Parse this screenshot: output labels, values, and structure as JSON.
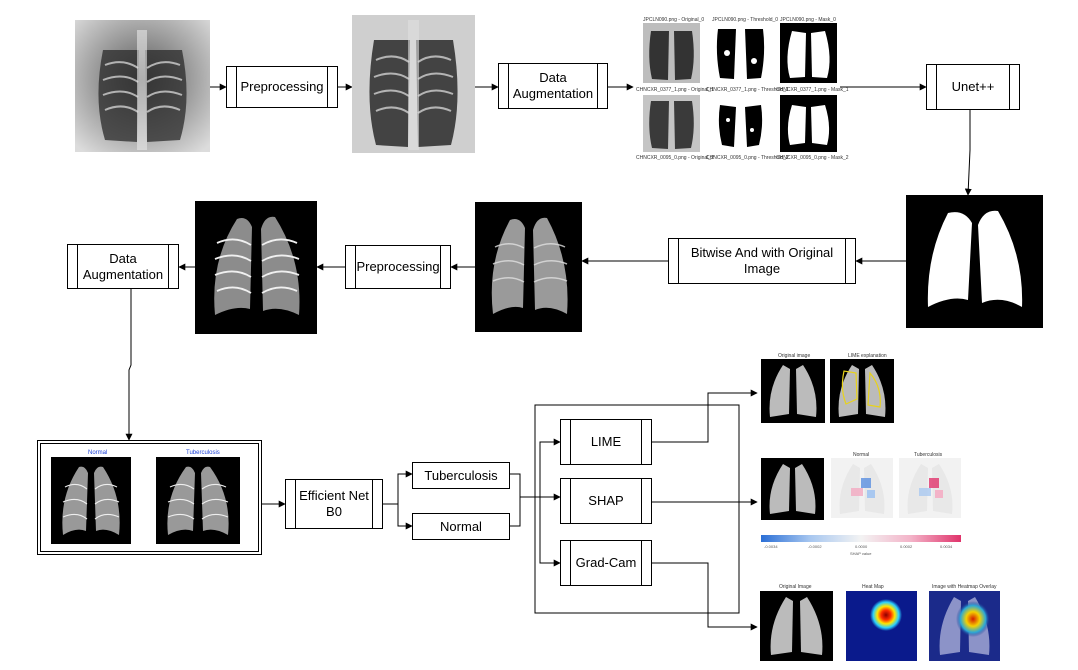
{
  "steps": {
    "preprocessing_1": "Preprocessing",
    "augmentation_1": "Data Augmentation",
    "unet": "Unet++",
    "bitwise": "Bitwise And with Original Image",
    "preprocessing_2": "Preprocessing",
    "augmentation_2": "Data Augmentation",
    "efficientnet": "Efficient Net B0",
    "class_tb": "Tuberculosis",
    "class_normal": "Normal",
    "lime": "LIME",
    "shap": "SHAP",
    "gradcam": "Grad-Cam"
  },
  "augmentation_captions": {
    "row1": [
      "JPCLN090.png - Original_0",
      "JPCLN090.png - Threshold_0",
      "JPCLN090.png - Mask_0"
    ],
    "row2": [
      "CHNCXR_0377_1.png - Original_1",
      "CHNCXR_0377_1.png - Threshold_1",
      "CHNCXR_0377_1.png - Mask_1"
    ],
    "row3": [
      "CHNCXR_0095_0.png - Original_2",
      "CHNCXR_0095_0.png - Threshold_2",
      "CHNCXR_0095_0.png - Mask_2"
    ]
  },
  "dataset_panel": {
    "normal": "Normal",
    "tuberculosis": "Tuberculosis"
  },
  "lime_panel": {
    "left": "Original image",
    "right": "LIME explanation"
  },
  "shap_panel": {
    "normal": "Normal",
    "tuberculosis": "Tuberculosis",
    "colorbar_label": "SHAP value",
    "ticks": [
      "-0.0034",
      "-0.0002",
      "0.0000",
      "0.0002",
      "0.0034"
    ]
  },
  "gradcam_panel": {
    "left": "Original Image",
    "middle": "Heat Map",
    "right": "Image with Heatmap Overlay"
  },
  "colors": {
    "line": "#000000",
    "heat_bg": "#0a1a8c",
    "mask_bg": "#000000"
  }
}
